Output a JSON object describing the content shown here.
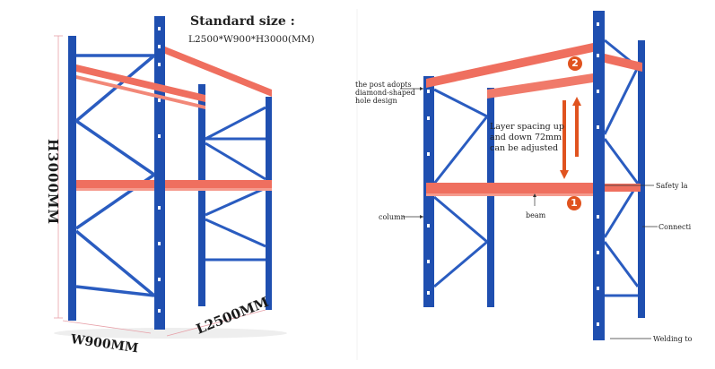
{
  "left_panel": {
    "standard_title": "Standard size :",
    "standard_value": "L2500*W900*H3000(MM)",
    "height_label": "H3000MM",
    "width_label": "W900MM",
    "length_label": "L2500MM"
  },
  "right_panel": {
    "post_note": [
      "the post adopts",
      "diamond-shaped",
      "hole design"
    ],
    "spacing_note": [
      "Layer spacing up",
      "and down 72mm",
      "can be adjusted"
    ],
    "column_label": "column",
    "beam_label": "beam",
    "safety_label": "Safety la",
    "connection_label": "Connecti",
    "welding_label": "Welding to",
    "badge_1": "1",
    "badge_2": "2"
  },
  "colors": {
    "upright_blue": "#1f4fb0",
    "beam_red": "#ef6f5f",
    "badge_orange": "#e0531f",
    "arrow_orange": "#e0531f"
  }
}
